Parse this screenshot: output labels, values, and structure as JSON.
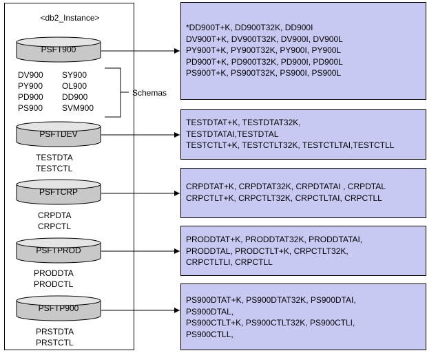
{
  "instance": {
    "title": "<db2_Instance>",
    "databases": [
      {
        "name": "PSFT900",
        "schemas_left": [
          "DV900",
          "PY900",
          "PD900",
          "PS900"
        ],
        "schemas_right": [
          "SY900",
          "OL900",
          "DD900",
          "SVM900"
        ]
      },
      {
        "name": "PSFTDEV",
        "schemas": [
          "TESTDTA",
          "TESTCTL"
        ]
      },
      {
        "name": "PSFTCRP",
        "schemas": [
          "CRPDTA",
          "CRPCTL"
        ]
      },
      {
        "name": "PSFTPROD",
        "schemas": [
          "PRODDTA",
          "PRODCTL"
        ]
      },
      {
        "name": "PSFTP900",
        "schemas": [
          "PRSTDTA",
          "PRSTCTL"
        ]
      }
    ],
    "schemas_label": "Schemas"
  },
  "boxes": [
    {
      "lines": [
        "*DD900T+K, DD900T32K, DD900I",
        "DV900T+K, DV900T32K, DV900I, DV900L",
        "PY900T+K, PY900T32K, PY900I, PY900L",
        "PD900T+K, PD900T32K, PD900I, PD900L",
        "PS900T+K, PS900T32K, PS900I, PS900L"
      ]
    },
    {
      "lines": [
        "TESTDTAT+K, TESTDTAT32K,",
        "TESTDTATAI,TESTDTAL",
        "TESTCTLT+K, TESTCTLT32K, TESTCTLTAI,TESTCTLL"
      ]
    },
    {
      "lines": [
        "CRPDTAT+K, CRPDTAT32K, CRPDTATAI , CRPDTAL",
        "CRPCTLT+K, CRPCTLT32K, CRPCTLTAI, CRPCTLL"
      ]
    },
    {
      "lines": [
        "PRODDTAT+K, PRODDTAT32K, PRODDTATAI,",
        "PRODDTAL, PRODCTLT+K,  CRPCTLT32K,",
        "CRPCTLTLI, CRPCTLL"
      ]
    },
    {
      "lines": [
        "PS900DTAT+K, PS900DTAT32K, PS900DTAI,",
        "PS900DTAL,",
        "PS900CTLT+K, PS900CTLT32K, PS900CTLI,",
        "PS900CTLL,"
      ]
    }
  ]
}
